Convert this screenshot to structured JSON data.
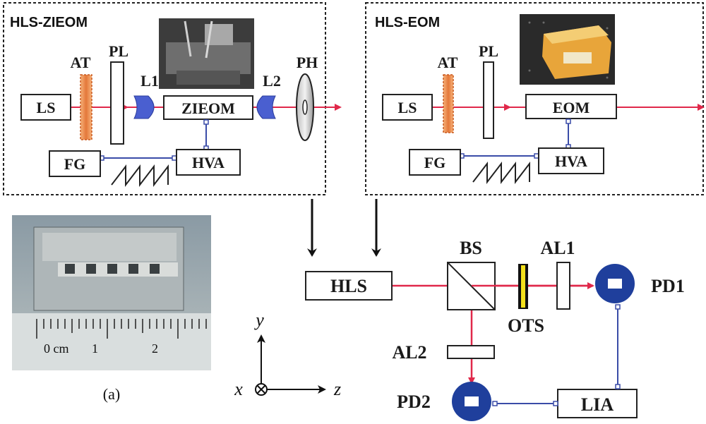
{
  "panel_left": {
    "title": "HLS-ZIEOM",
    "ls": "LS",
    "at": "AT",
    "pl": "PL",
    "l1": "L1",
    "l2": "L2",
    "ph": "PH",
    "modulator": "ZIEOM",
    "fg": "FG",
    "hva": "HVA"
  },
  "panel_right": {
    "title": "HLS-EOM",
    "ls": "LS",
    "at": "AT",
    "pl": "PL",
    "modulator": "EOM",
    "fg": "FG",
    "hva": "HVA"
  },
  "bottom": {
    "hls": "HLS",
    "bs": "BS",
    "al1": "AL1",
    "al2": "AL2",
    "ots": "OTS",
    "pd1": "PD1",
    "pd2": "PD2",
    "lia": "LIA"
  },
  "photo": {
    "ruler_ticks": [
      "0 cm",
      "1",
      "2"
    ],
    "caption": "(a)"
  },
  "axes": {
    "x": "x",
    "y": "y",
    "z": "z"
  },
  "colors": {
    "beam": "#e0284a",
    "wire": "#3a4ca8",
    "detector": "#1f3f9c",
    "lens": "#4a5fd0",
    "attenuator": "#e4783a"
  }
}
